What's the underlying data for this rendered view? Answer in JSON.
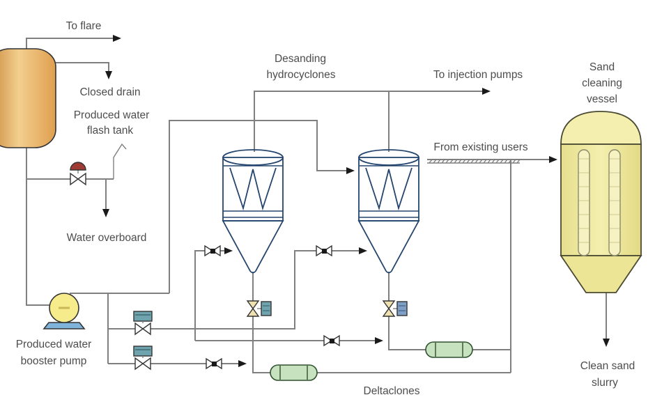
{
  "diagram": {
    "title": "Produced water desanding process flow diagram",
    "labels": {
      "to_flare": "To flare",
      "closed_drain": "Closed drain",
      "flash_tank_1": "Produced water",
      "flash_tank_2": "flash tank",
      "water_overboard": "Water overboard",
      "booster_pump_1": "Produced water",
      "booster_pump_2": "booster pump",
      "hydrocyclones_1": "Desanding",
      "hydrocyclones_2": "hydrocyclones",
      "to_injection": "To injection pumps",
      "from_existing": "From existing users",
      "sand_vessel_1": "Sand",
      "sand_vessel_2": "cleaning",
      "sand_vessel_3": "vessel",
      "deltaclones": "Deltaclones",
      "clean_sand_1": "Clean sand",
      "clean_sand_2": "slurry"
    },
    "colors": {
      "pipe_gray": "#7f7f7f",
      "arrow_black": "#1a1a1a",
      "text_gray": "#4d4d4d",
      "flash_tank_orange": "#e8ae5e",
      "pump_yellow": "#f6ec8c",
      "pump_base_blue": "#7fb3d9",
      "cyclone_blue": "#7e9ec8",
      "deltaclone_green": "#c6e2be",
      "sand_vessel_yellow": "#f0e9a0",
      "vessel_tube_yellow": "#f7f2c2",
      "actuator_teal": "#6fa3ad",
      "actuator_blue": "#7f9fc5",
      "underflow_valve_tan": "#f0e2b0",
      "control_valve_red": "#9e3b35",
      "valve_white": "#ffffff"
    }
  }
}
